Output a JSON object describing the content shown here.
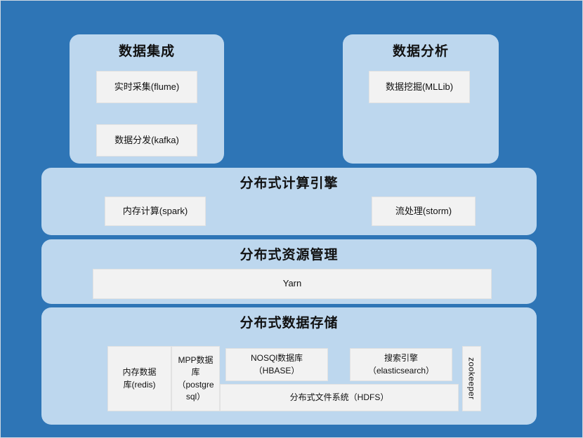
{
  "colors": {
    "canvas_background": "#2E75B6",
    "panel_fill": "#BDD7EE",
    "box_fill": "#F2F2F2",
    "text": "#111111"
  },
  "panels": {
    "integration": {
      "title": "数据集成",
      "boxes": [
        {
          "label": "实时采集(flume)"
        },
        {
          "label": "数据分发(kafka)"
        }
      ]
    },
    "analysis": {
      "title": "数据分析",
      "boxes": [
        {
          "label": "数据挖掘(MLLib)"
        }
      ]
    },
    "compute": {
      "title": "分布式计算引擎",
      "boxes": [
        {
          "label": "内存计算(spark)"
        },
        {
          "label": "流处理(storm)"
        }
      ]
    },
    "resource": {
      "title": "分布式资源管理",
      "boxes": [
        {
          "label": "Yarn"
        }
      ]
    },
    "storage": {
      "title": "分布式数据存储",
      "boxes": [
        {
          "line1": "内存数据",
          "line2": "库(redis)"
        },
        {
          "line1": "MPP数据",
          "line2": "库",
          "line3": "（postgre",
          "line4": "sql）"
        },
        {
          "line1": "NOSQl数据库",
          "line2": "（HBASE）"
        },
        {
          "line1": "搜索引擎",
          "line2": "（elasticsearch）"
        },
        {
          "label": "分布式文件系统（HDFS）"
        },
        {
          "label": "zookeeper"
        }
      ]
    }
  }
}
